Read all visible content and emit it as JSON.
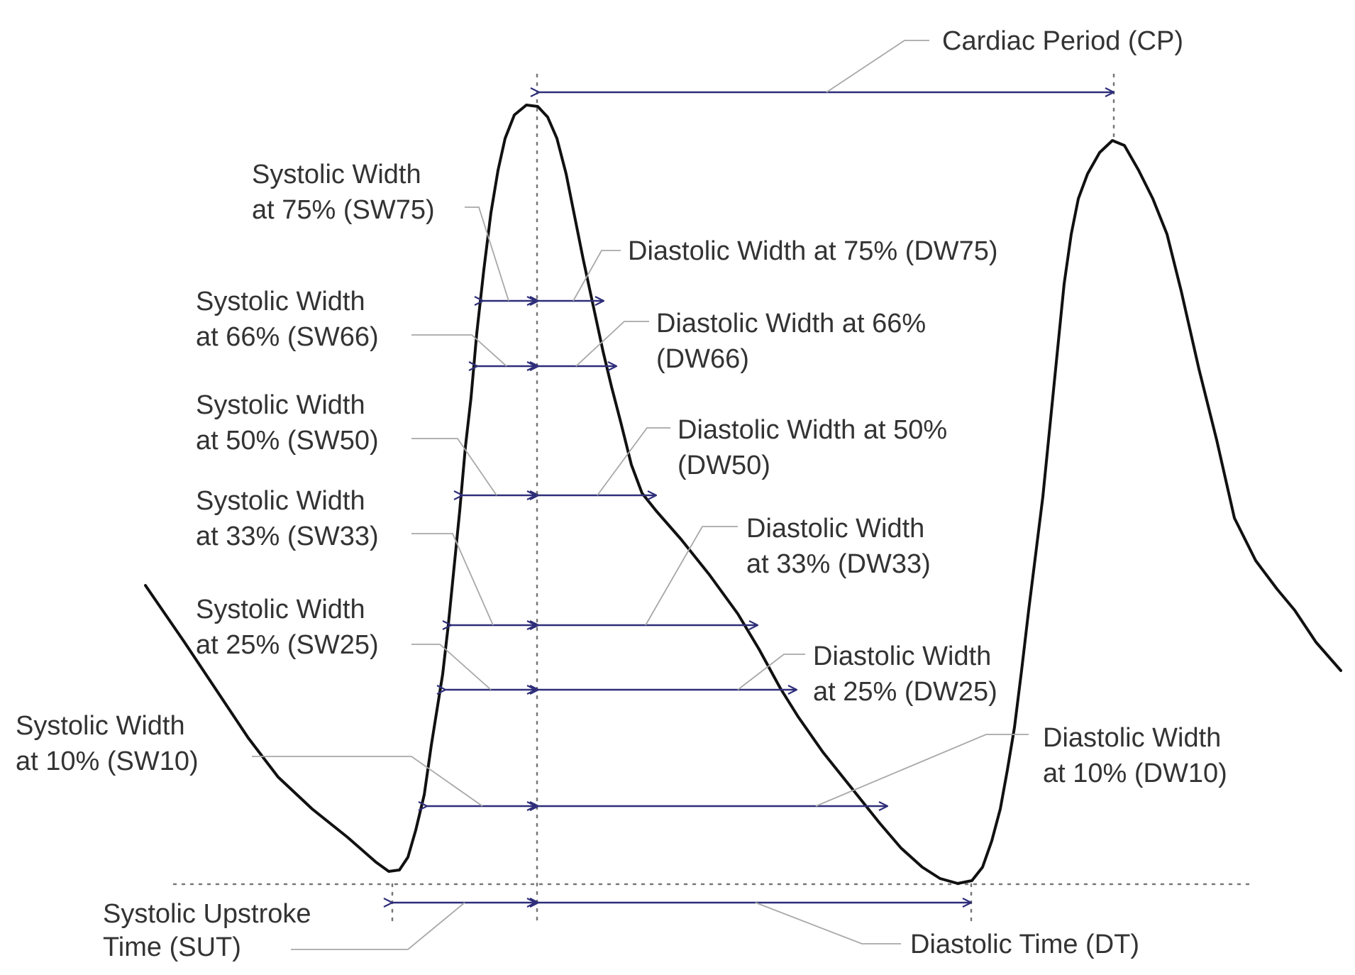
{
  "labels": {
    "cp": "Cardiac Period (CP)",
    "sw75": [
      "Systolic Width",
      "at 75% (SW75)"
    ],
    "sw66": [
      "Systolic Width",
      "at 66% (SW66)"
    ],
    "sw50": [
      "Systolic Width",
      "at 50% (SW50)"
    ],
    "sw33": [
      "Systolic Width",
      "at 33% (SW33)"
    ],
    "sw25": [
      "Systolic Width",
      "at 25% (SW25)"
    ],
    "sw10": [
      "Systolic Width",
      "at 10% (SW10)"
    ],
    "dw75": [
      "Diastolic Width at 75% (DW75)"
    ],
    "dw66": [
      "Diastolic Width at 66%",
      "(DW66)"
    ],
    "dw50": [
      "Diastolic Width at 50%",
      "(DW50)"
    ],
    "dw33": [
      "Diastolic Width",
      "at 33% (DW33)"
    ],
    "dw25": [
      "Diastolic Width",
      "at 25% (DW25)"
    ],
    "dw10": [
      "Diastolic Width",
      "at 10% (DW10)"
    ],
    "sut": [
      "Systolic Upstroke",
      "Time (SUT)"
    ],
    "dt": "Diastolic Time (DT)"
  },
  "colors": {
    "waveform": "#111111",
    "measurement": "#2e2e7a",
    "leader": "#a8a8a8",
    "guide": "#777777",
    "text": "#333333"
  }
}
